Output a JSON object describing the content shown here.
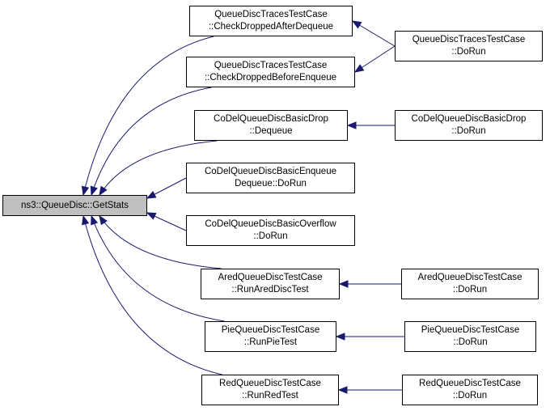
{
  "nodes": [
    {
      "id": "root",
      "lines": [
        "ns3::QueueDisc::GetStats"
      ]
    },
    {
      "id": "qdt_after",
      "lines": [
        "QueueDiscTracesTestCase",
        "::CheckDroppedAfterDequeue"
      ]
    },
    {
      "id": "qdt_before",
      "lines": [
        "QueueDiscTracesTestCase",
        "::CheckDroppedBeforeEnqueue"
      ]
    },
    {
      "id": "qdt_dorun",
      "lines": [
        "QueueDiscTracesTestCase",
        "::DoRun"
      ]
    },
    {
      "id": "codel_drop_deq",
      "lines": [
        "CoDelQueueDiscBasicDrop",
        "::Dequeue"
      ]
    },
    {
      "id": "codel_drop_dorun",
      "lines": [
        "CoDelQueueDiscBasicDrop",
        "::DoRun"
      ]
    },
    {
      "id": "codel_enq",
      "lines": [
        "CoDelQueueDiscBasicEnqueue",
        "Dequeue::DoRun"
      ]
    },
    {
      "id": "codel_ovf",
      "lines": [
        "CoDelQueueDiscBasicOverflow",
        "::DoRun"
      ]
    },
    {
      "id": "ared_run",
      "lines": [
        "AredQueueDiscTestCase",
        "::RunAredDiscTest"
      ]
    },
    {
      "id": "ared_dorun",
      "lines": [
        "AredQueueDiscTestCase",
        "::DoRun"
      ]
    },
    {
      "id": "pie_run",
      "lines": [
        "PieQueueDiscTestCase",
        "::RunPieTest"
      ]
    },
    {
      "id": "pie_dorun",
      "lines": [
        "PieQueueDiscTestCase",
        "::DoRun"
      ]
    },
    {
      "id": "red_run",
      "lines": [
        "RedQueueDiscTestCase",
        "::RunRedTest"
      ]
    },
    {
      "id": "red_dorun",
      "lines": [
        "RedQueueDiscTestCase",
        "::DoRun"
      ]
    }
  ],
  "edges": [
    {
      "from": "qdt_after",
      "to": "root"
    },
    {
      "from": "qdt_before",
      "to": "root"
    },
    {
      "from": "codel_drop_deq",
      "to": "root"
    },
    {
      "from": "codel_enq",
      "to": "root"
    },
    {
      "from": "codel_ovf",
      "to": "root"
    },
    {
      "from": "ared_run",
      "to": "root"
    },
    {
      "from": "pie_run",
      "to": "root"
    },
    {
      "from": "red_run",
      "to": "root"
    },
    {
      "from": "qdt_dorun",
      "to": "qdt_after"
    },
    {
      "from": "qdt_dorun",
      "to": "qdt_before"
    },
    {
      "from": "codel_drop_dorun",
      "to": "codel_drop_deq"
    },
    {
      "from": "ared_dorun",
      "to": "ared_run"
    },
    {
      "from": "pie_dorun",
      "to": "pie_run"
    },
    {
      "from": "red_dorun",
      "to": "red_run"
    }
  ],
  "colors": {
    "edge": "#191970",
    "root_fill": "#bfbfbf",
    "node_border": "#000000"
  }
}
